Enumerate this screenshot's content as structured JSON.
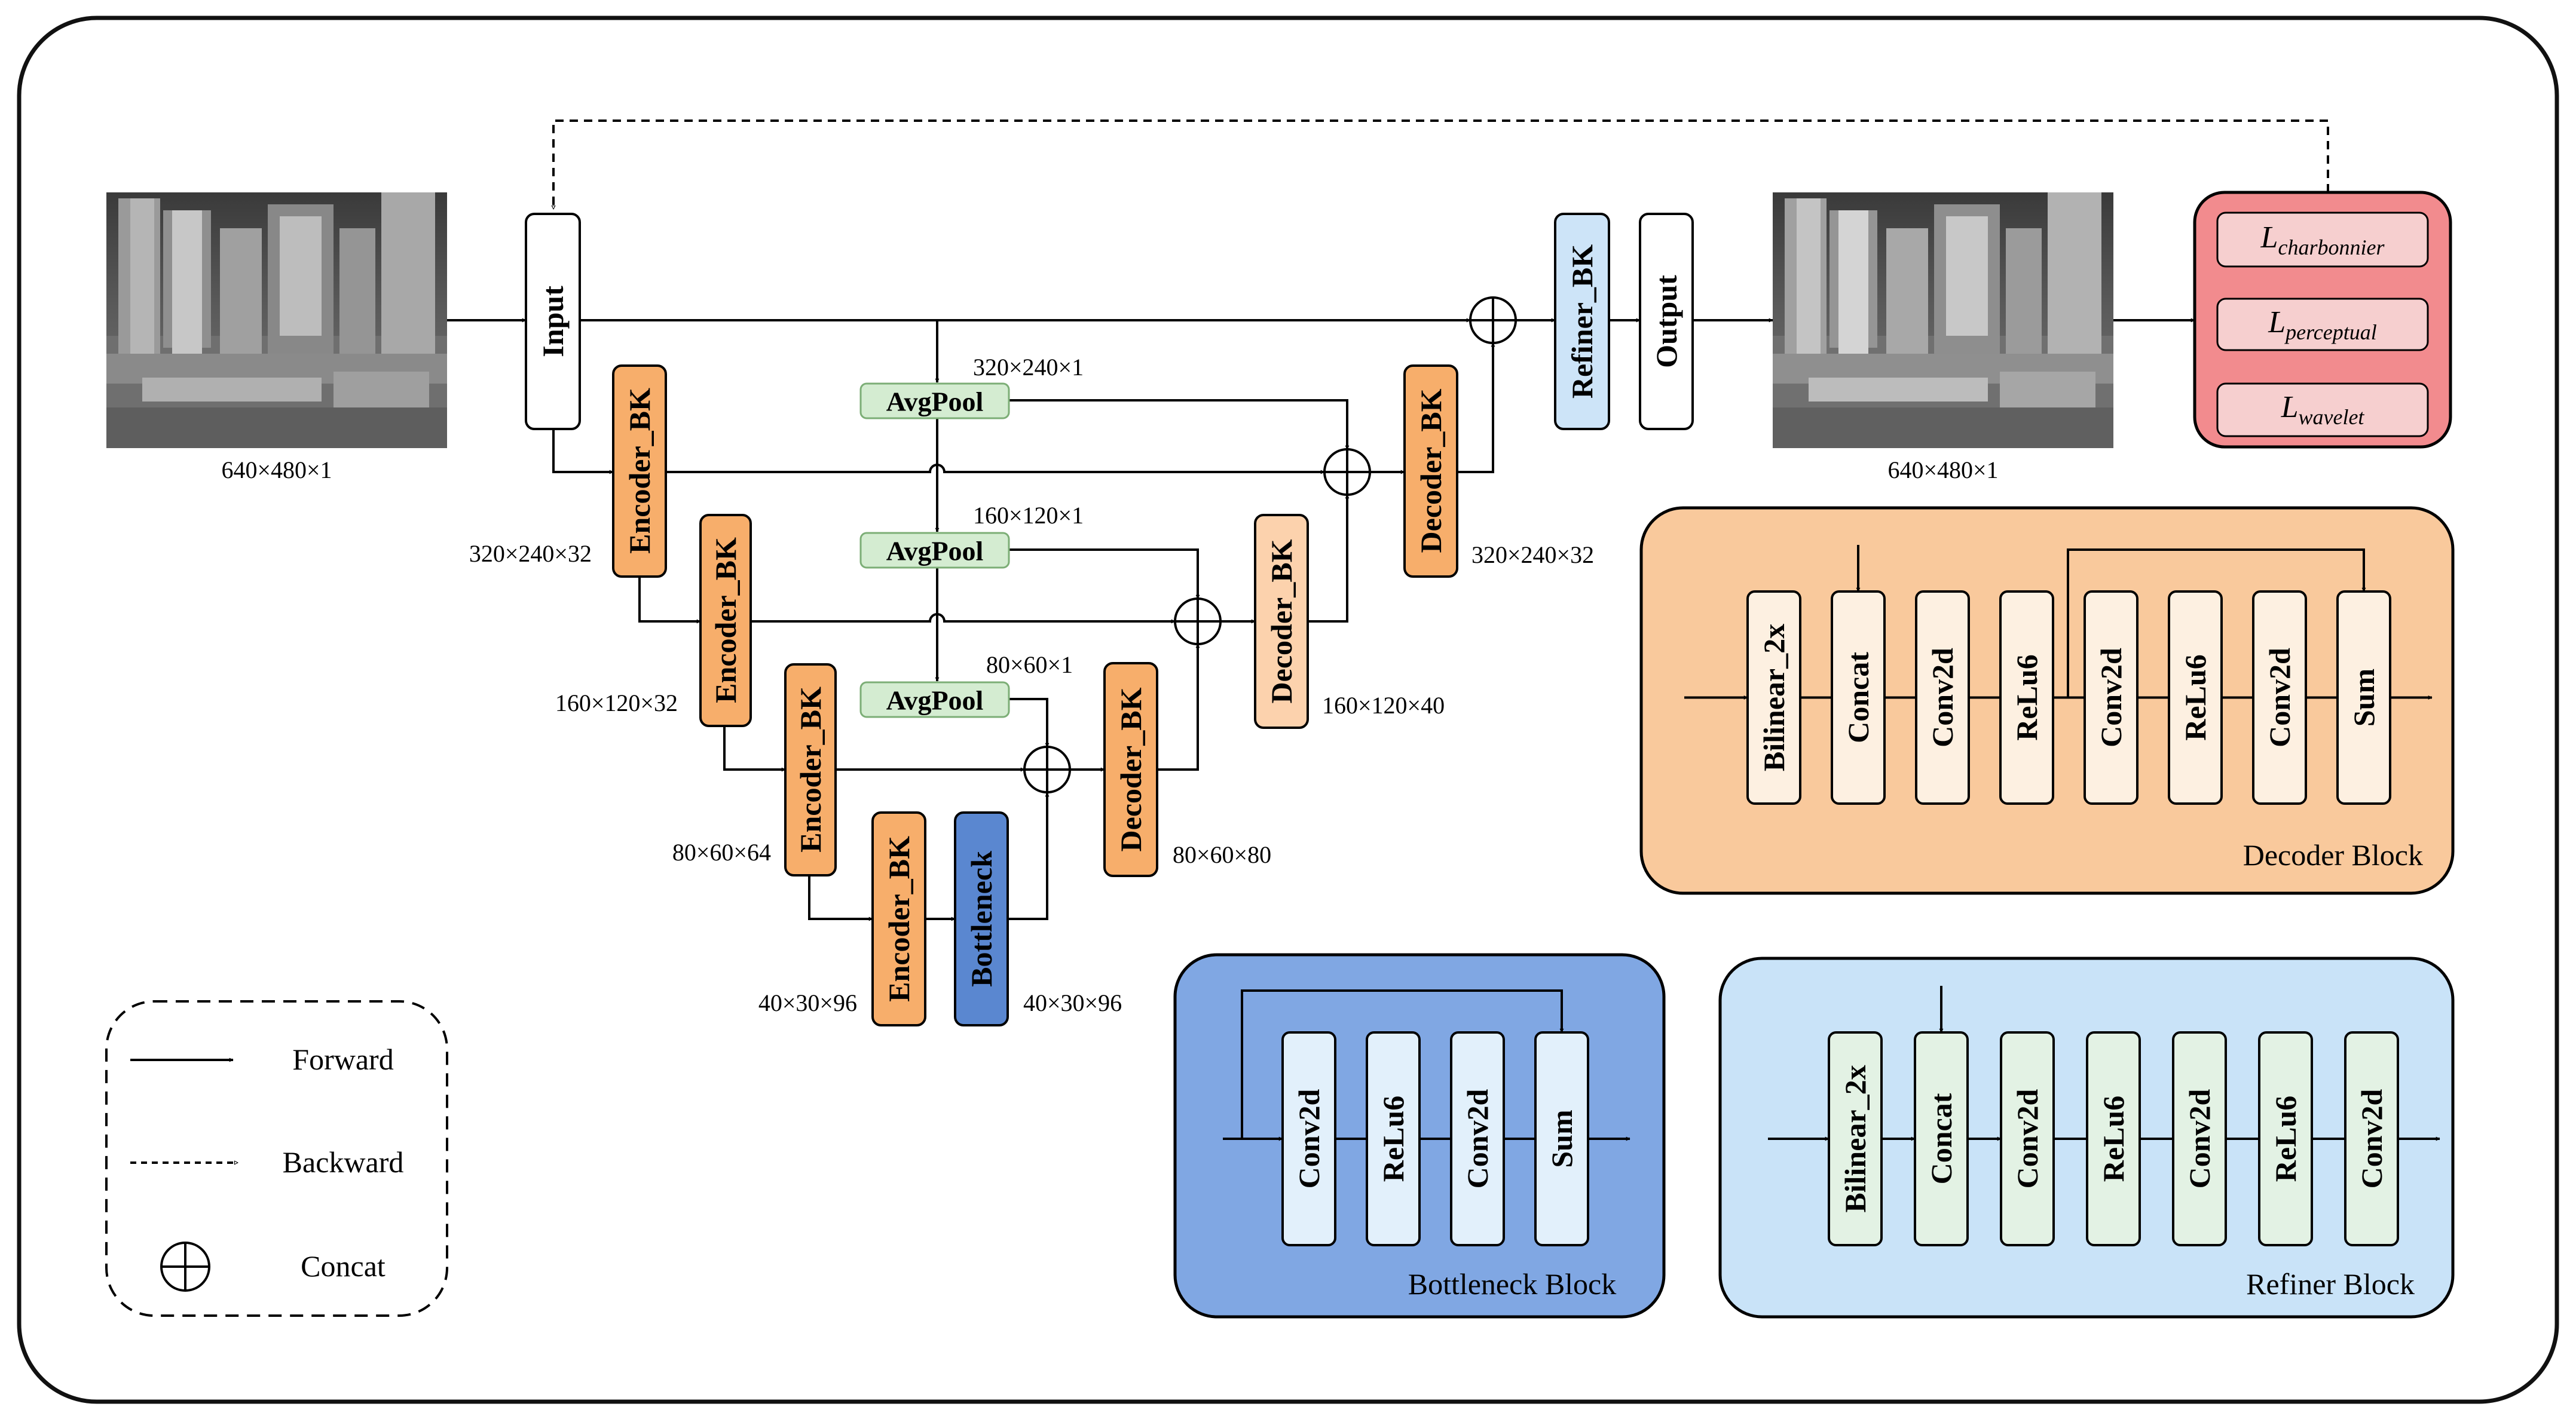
{
  "colors": {
    "encoder": "#f7ae6b",
    "decoder": "#fcd2ad",
    "bottleneck": "#5a87d0",
    "avgpool": "#d4ecd1",
    "refiner": "#cde4f8",
    "loss_panel": "#f28b8e",
    "loss_item": "#f6cfcf",
    "decoder_panel": "#f9c99c",
    "decoder_inner": "#fdf0e1",
    "bottleneck_panel": "#80a7e3",
    "bottleneck_inner": "#e2f0fb",
    "refiner_panel": "#c9e3f8",
    "refiner_inner": "#e3f2e4"
  },
  "images": {
    "input_size": "640×480×1",
    "output_size": "640×480×1"
  },
  "main": {
    "input": "Input",
    "output": "Output",
    "refiner": "Refiner_BK",
    "encoder": "Encoder_BK",
    "decoder": "Decoder_BK",
    "bottleneck": "Bottleneck",
    "avgpool": "AvgPool"
  },
  "dims": {
    "enc1": "320×240×32",
    "enc2": "160×120×32",
    "enc3": "80×60×64",
    "enc4": "40×30×96",
    "bottleneck": "40×30×96",
    "dec3": "80×60×80",
    "dec2": "160×120×40",
    "dec1": "320×240×32",
    "pool1": "320×240×1",
    "pool2": "160×120×1",
    "pool3": "80×60×1"
  },
  "losses": [
    {
      "main": "L",
      "sub": "charbonnier"
    },
    {
      "main": "L",
      "sub": "perceptual"
    },
    {
      "main": "L",
      "sub": "wavelet"
    }
  ],
  "decoder_block": {
    "title": "Decoder Block",
    "layers": [
      "Bilinear_2x",
      "Concat",
      "Conv2d",
      "ReLu6",
      "Conv2d",
      "ReLu6",
      "Conv2d",
      "Sum"
    ]
  },
  "bottleneck_block": {
    "title": "Bottleneck Block",
    "layers": [
      "Conv2d",
      "ReLu6",
      "Conv2d",
      "Sum"
    ]
  },
  "refiner_block": {
    "title": "Refiner Block",
    "layers": [
      "Bilinear_2x",
      "Concat",
      "Conv2d",
      "ReLu6",
      "Conv2d",
      "ReLu6",
      "Conv2d"
    ]
  },
  "legend": {
    "forward": "Forward",
    "backward": "Backward",
    "concat": "Concat"
  }
}
